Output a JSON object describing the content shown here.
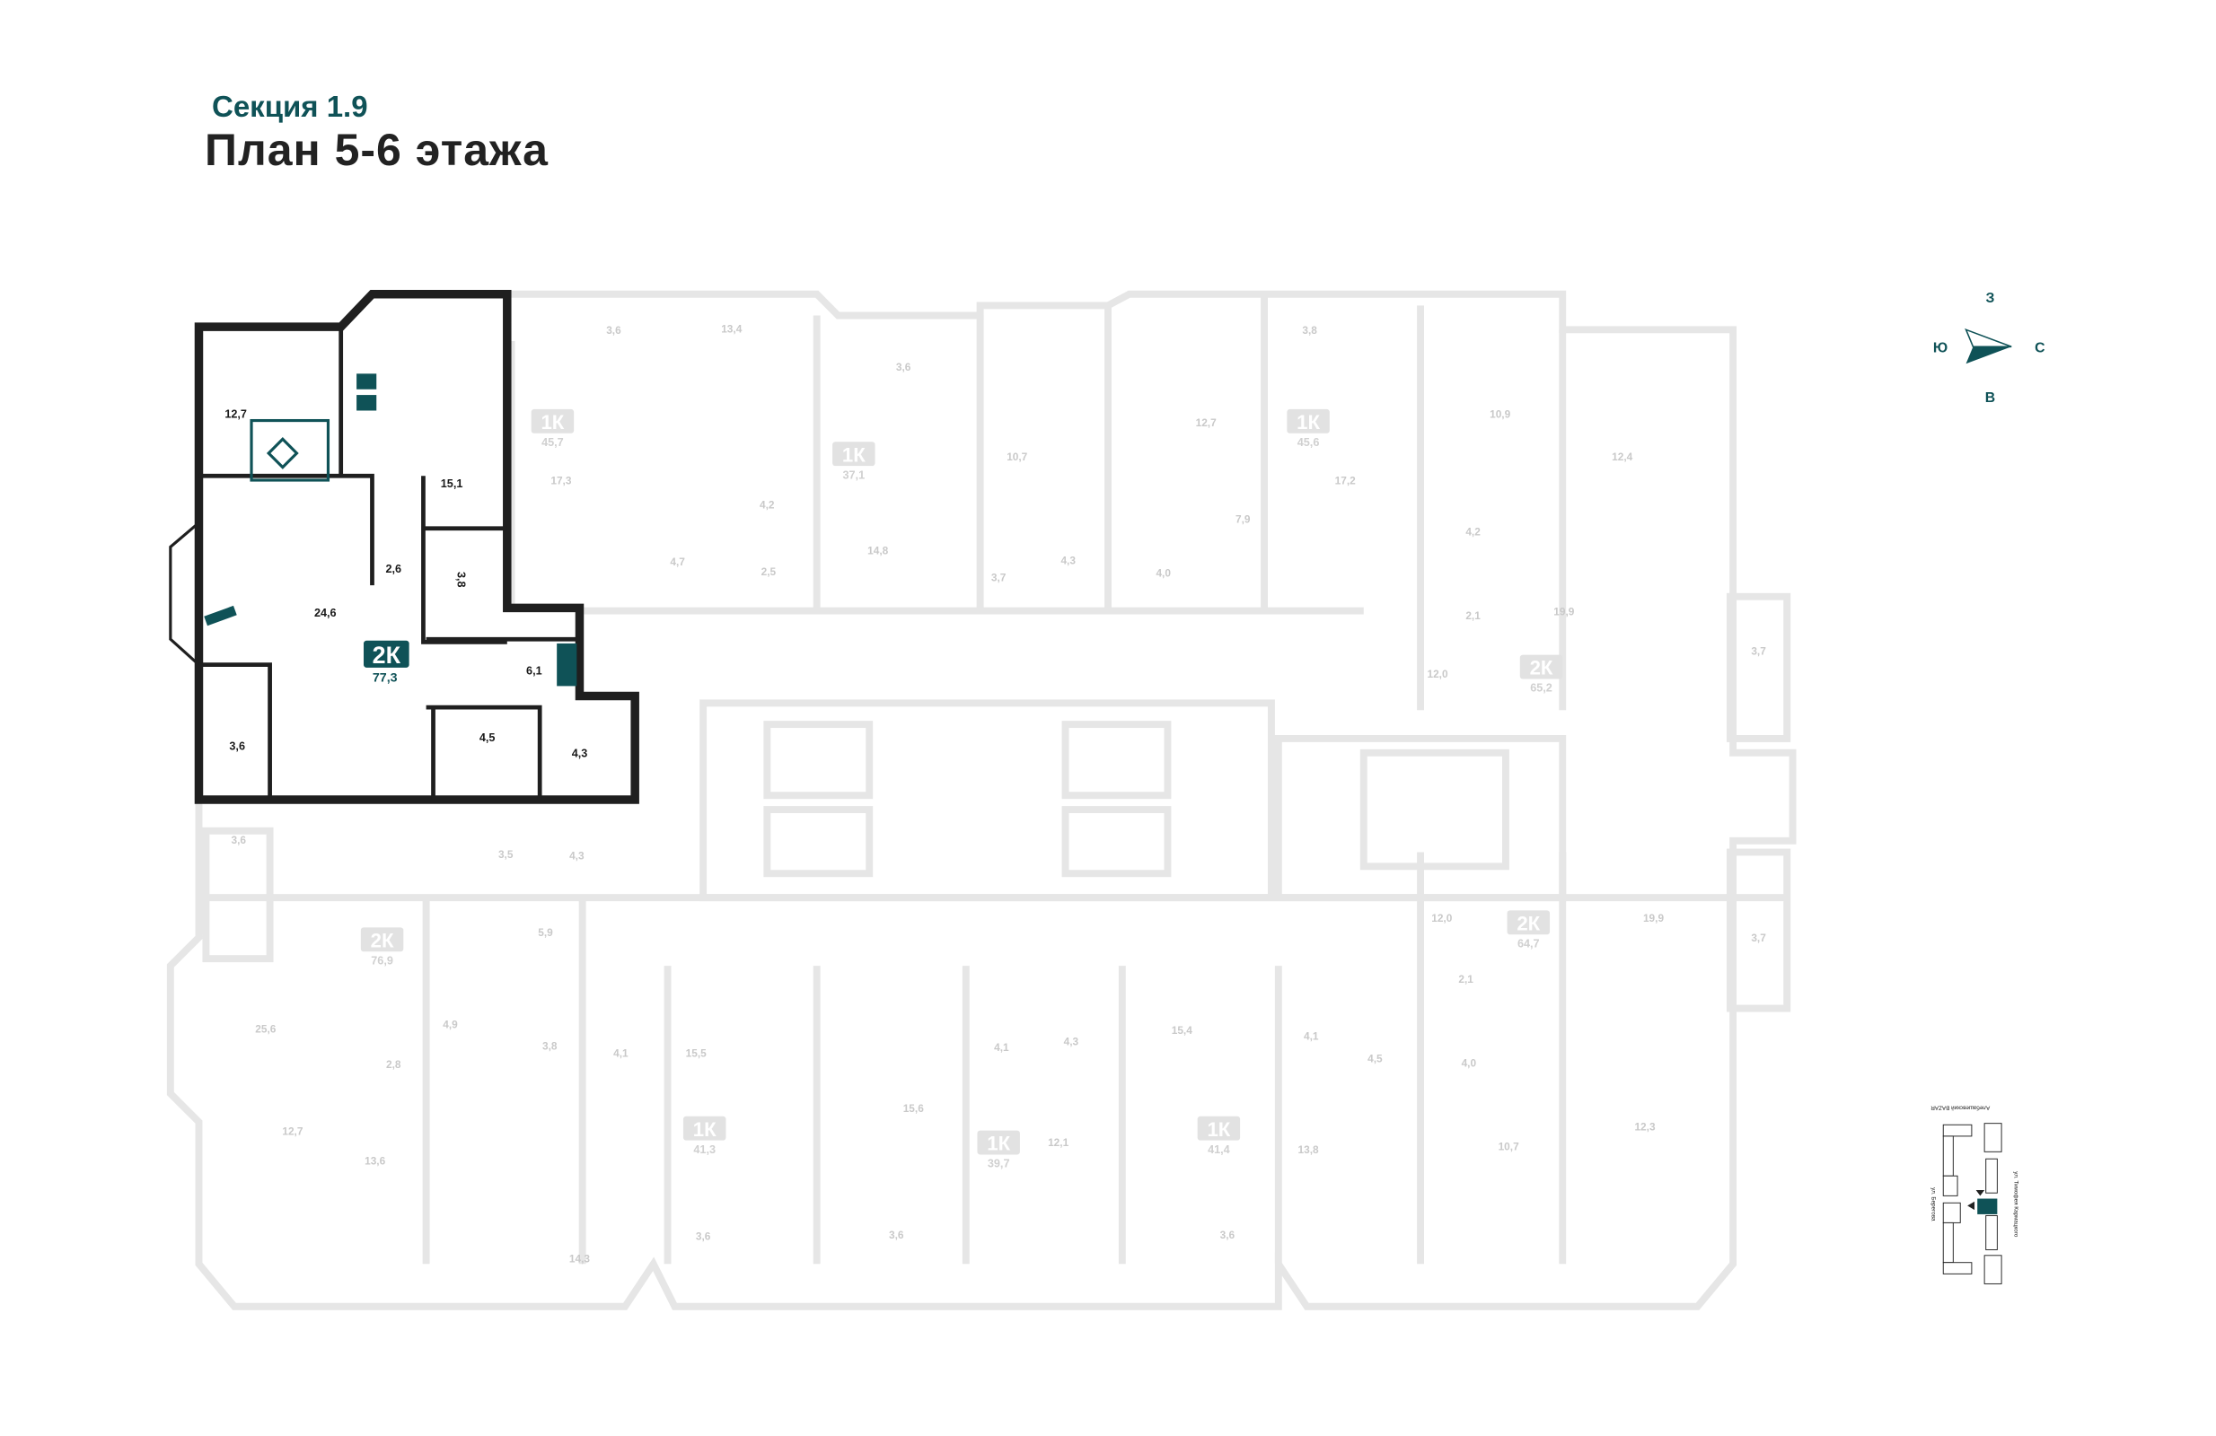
{
  "header": {
    "section": "Секция 1.9",
    "title": "План 5-6 этажа"
  },
  "colors": {
    "accent": "#0f5257",
    "wall": "#1f1f1f",
    "inactive": "#e6e6e6"
  },
  "compass": {
    "north": "С",
    "south": "Ю",
    "west": "З",
    "east": "В"
  },
  "selected_apartment": {
    "type": "2К",
    "area": "77,3",
    "rooms": [
      "12,7",
      "15,1",
      "2,6",
      "3,8",
      "24,6",
      "6,1",
      "4,5",
      "4,3",
      "3,6"
    ]
  },
  "other_apartments": [
    {
      "type": "1К",
      "area": "45,7"
    },
    {
      "type": "1К",
      "area": "37,1"
    },
    {
      "type": "1К",
      "area": "45,6"
    },
    {
      "type": "2К",
      "area": "65,2"
    },
    {
      "type": "2К",
      "area": "76,9"
    },
    {
      "type": "2К",
      "area": "64,7"
    },
    {
      "type": "1К",
      "area": "41,3"
    },
    {
      "type": "1К",
      "area": "39,7"
    },
    {
      "type": "1К",
      "area": "41,4"
    }
  ],
  "other_rooms": [
    "3,6",
    "13,4",
    "3,6",
    "17,3",
    "4,2",
    "10,7",
    "14,8",
    "2,5",
    "4,7",
    "3,7",
    "4,3",
    "4,0",
    "12,7",
    "7,9",
    "3,8",
    "17,2",
    "10,9",
    "12,4",
    "4,2",
    "2,1",
    "19,9",
    "12,0",
    "3,7",
    "3,6",
    "3,5",
    "4,3",
    "5,9",
    "25,6",
    "4,9",
    "3,8",
    "2,8",
    "4,1",
    "15,5",
    "4,1",
    "4,3",
    "15,4",
    "4,1",
    "4,5",
    "2,1",
    "4,0",
    "12,0",
    "19,9",
    "3,7",
    "15,6",
    "12,1",
    "12,7",
    "13,6",
    "13,8",
    "10,7",
    "12,3",
    "14,3",
    "3,6",
    "3,6",
    "3,6"
  ],
  "site_map": {
    "label_top": "Алебашевский BAZAR",
    "street_right": "ул. Тимофея Кармацкого",
    "street_left": "ул. Берегова"
  }
}
